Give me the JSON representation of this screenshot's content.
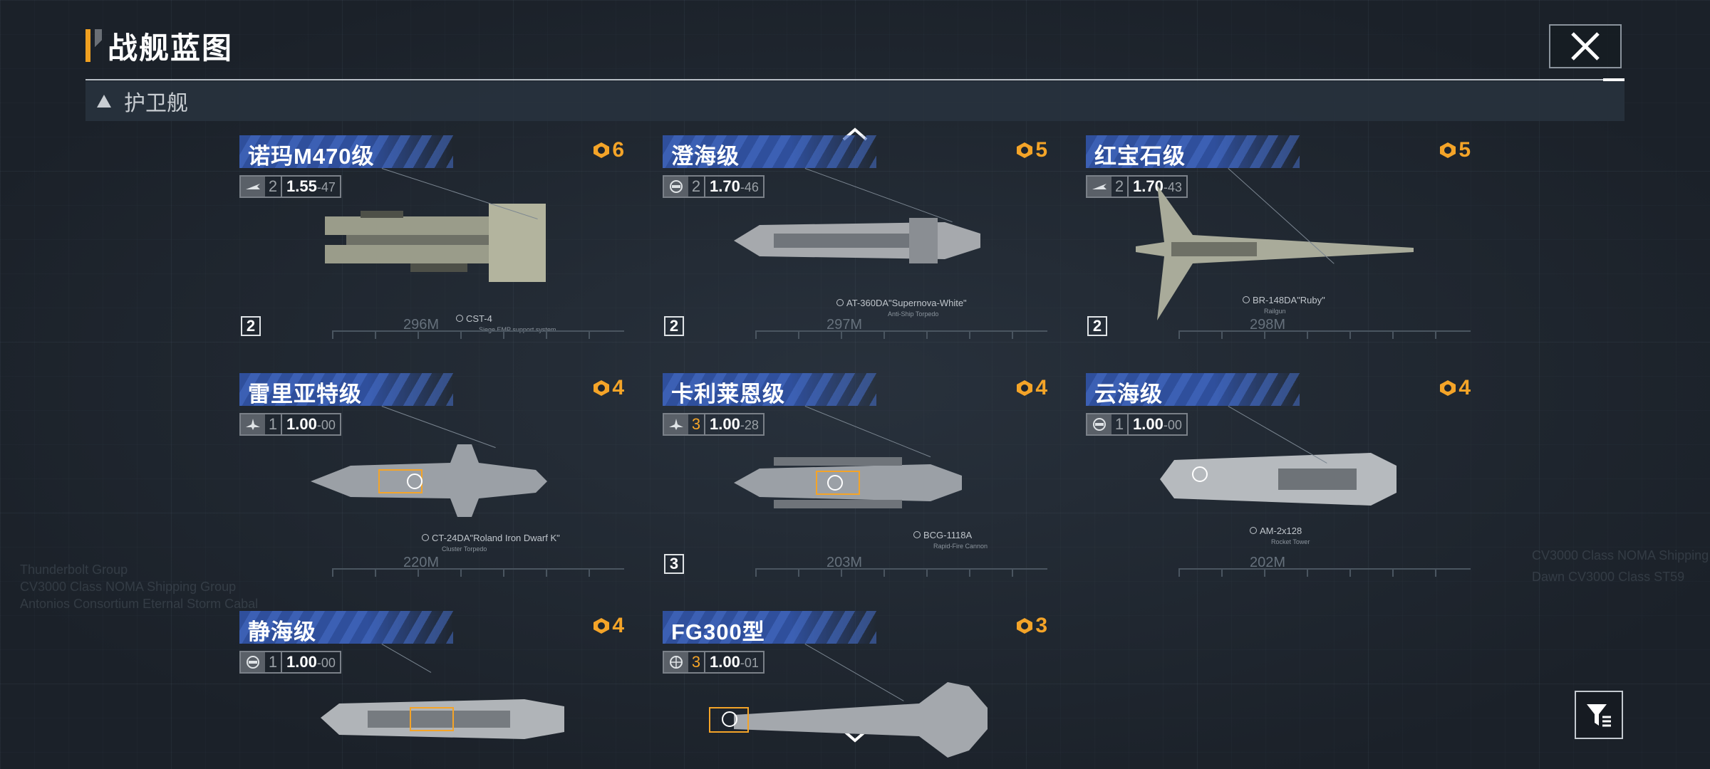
{
  "header": {
    "title": "战舰蓝图"
  },
  "category": {
    "label": "护卫舰"
  },
  "colors": {
    "accent": "#f0a020",
    "cost": "#f4a428",
    "name_bg": "#2f4f9c"
  },
  "ships": [
    {
      "name": "诺玛M470级",
      "cost": "6",
      "level": "2",
      "ratio": "1.55",
      "sub": "-47",
      "rank": "2",
      "length": "296M",
      "weapon": "CST-4",
      "weapon_sub": "Siege EMP support system",
      "icon": "jet-icon"
    },
    {
      "name": "澄海级",
      "cost": "5",
      "level": "2",
      "ratio": "1.70",
      "sub": "-46",
      "rank": "2",
      "length": "297M",
      "weapon": "AT-360DA\"Supernova-White\"",
      "weapon_sub": "Anti-Ship Torpedo",
      "icon": "shield-ship-icon"
    },
    {
      "name": "红宝石级",
      "cost": "5",
      "level": "2",
      "ratio": "1.70",
      "sub": "-43",
      "rank": "2",
      "length": "298M",
      "weapon": "BR-148DA\"Ruby\"",
      "weapon_sub": "Railgun",
      "icon": "jet-icon"
    },
    {
      "name": "雷里亚特级",
      "cost": "4",
      "level": "1",
      "ratio": "1.00",
      "sub": "-00",
      "rank": "",
      "length": "220M",
      "weapon": "CT-24DA\"Roland Iron Dwarf K\"",
      "weapon_sub": "Cluster Torpedo",
      "icon": "fighter-icon"
    },
    {
      "name": "卡利莱恩级",
      "cost": "4",
      "level": "3",
      "ratio": "1.00",
      "sub": "-28",
      "rank": "3",
      "length": "203M",
      "weapon": "BCG-1118A",
      "weapon_sub": "Rapid-Fire Cannon",
      "icon": "fighter-icon"
    },
    {
      "name": "云海级",
      "cost": "4",
      "level": "1",
      "ratio": "1.00",
      "sub": "-00",
      "rank": "",
      "length": "202M",
      "weapon": "AM-2x128",
      "weapon_sub": "Rocket Tower",
      "icon": "shield-ship-icon"
    },
    {
      "name": "静海级",
      "cost": "4",
      "level": "1",
      "ratio": "1.00",
      "sub": "-00",
      "rank": "",
      "length": "",
      "weapon": "",
      "weapon_sub": "",
      "icon": "shield-ship-icon"
    },
    {
      "name": "FG300型",
      "cost": "3",
      "level": "3",
      "ratio": "1.00",
      "sub": "-01",
      "rank": "",
      "length": "",
      "weapon": "",
      "weapon_sub": "",
      "icon": "globe-icon"
    }
  ]
}
